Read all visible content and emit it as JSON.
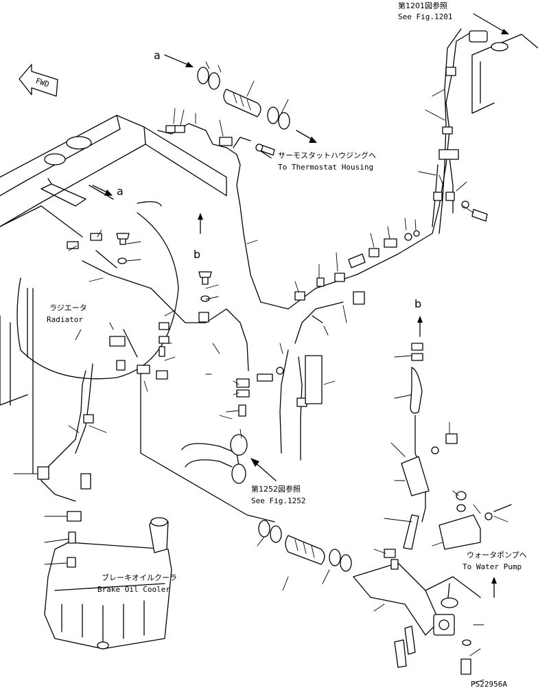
{
  "labels": {
    "fig1201_jp": "第1201図参照",
    "fig1201_en": "See Fig.1201",
    "thermo_jp": "サーモスタットハウジングへ",
    "thermo_en": "To Thermostat Housing",
    "radiator_jp": "ラジエータ",
    "radiator_en": "Radiator",
    "fig1252_jp": "第1252図参照",
    "fig1252_en": "See Fig.1252",
    "pump_jp": "ウォータポンプへ",
    "pump_en": "To Water Pump",
    "brake_jp": "ブレーキオイルクーラ",
    "brake_en": "Brake Oil Cooler",
    "fwd": "FWD",
    "code": "PS22956A"
  },
  "callouts": {
    "a_top": "a",
    "a_mid": "a",
    "b_left": "b",
    "b_right": "b"
  }
}
